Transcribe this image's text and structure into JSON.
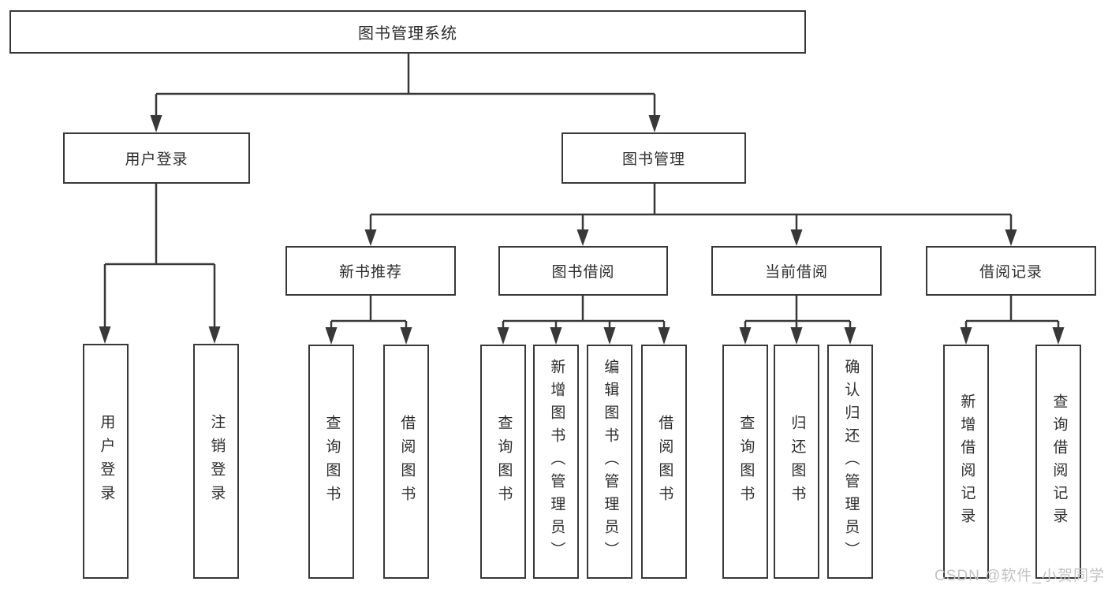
{
  "diagram": {
    "title_node": {
      "label": "图书管理系统"
    },
    "level2": {
      "user_login": {
        "label": "用户登录"
      },
      "book_mgmt": {
        "label": "图书管理"
      }
    },
    "level3": {
      "new_book_rec": {
        "label": "新书推荐"
      },
      "book_borrow": {
        "label": "图书借阅"
      },
      "current_borrow": {
        "label": "当前借阅"
      },
      "borrow_records": {
        "label": "借阅记录"
      }
    },
    "leaves": {
      "user_login": [
        "用户登录",
        "注销登录"
      ],
      "new_book_rec": [
        "查询图书",
        "借阅图书"
      ],
      "book_borrow": [
        "查询图书",
        "新增图书（管理员）",
        "编辑图书（管理员）",
        "借阅图书"
      ],
      "current_borrow": [
        "查询图书",
        "归还图书",
        "确认归还（管理员）"
      ],
      "borrow_records": [
        "新增借阅记录",
        "查询借阅记录"
      ]
    },
    "colors": {
      "line": "#383838",
      "text": "#2d2d2d",
      "box_background": "#ffffff",
      "watermark": "#c3c3c3"
    }
  },
  "watermark": {
    "text": "CSDN @软件_小贺同学"
  }
}
